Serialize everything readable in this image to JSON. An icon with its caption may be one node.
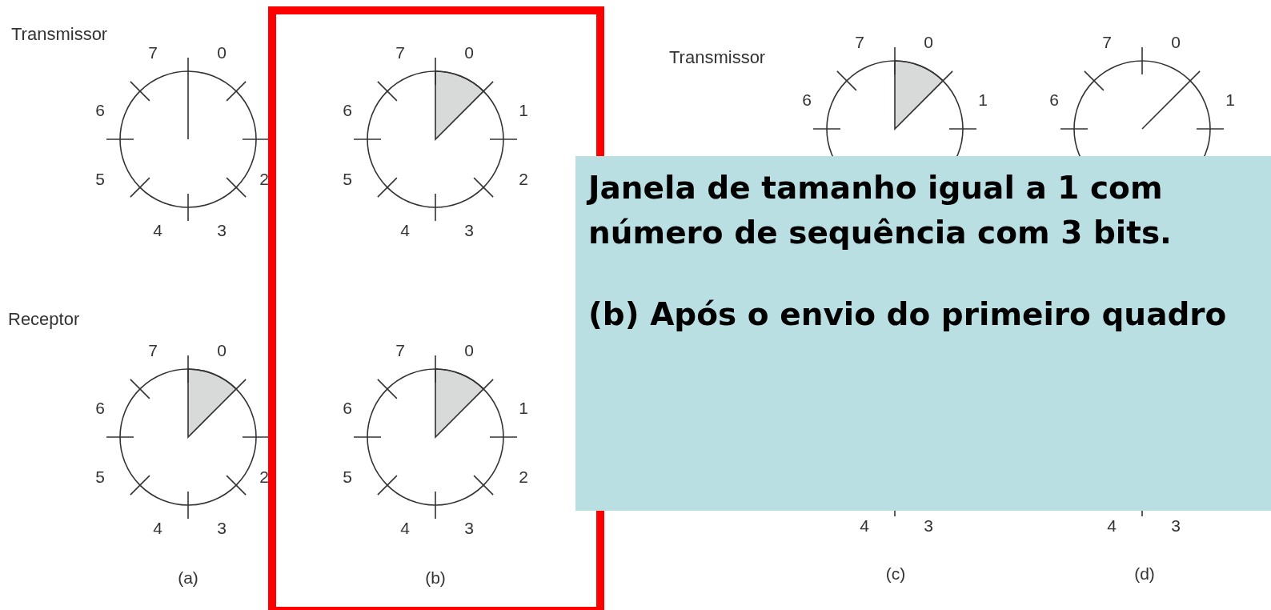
{
  "diagram": {
    "nodes": [
      {
        "text": [
          "Janela de tamanho igual a 1 com número de sequência com 3 bits.",
          "(b) Após o envio do primeiro quadro"
        ]
      }
    ],
    "labels": [
      "Transmissor",
      "7",
      "0",
      "6",
      "5",
      "2",
      "4",
      "3",
      "7",
      "0",
      "6",
      "1",
      "5",
      "2",
      "4",
      "3",
      "Transmissor",
      "7",
      "0",
      "6",
      "1",
      "7",
      "0",
      "6",
      "1",
      "Receptor",
      "7",
      "0",
      "6",
      "5",
      "2",
      "4",
      "3",
      "7",
      "0",
      "6",
      "1",
      "5",
      "2",
      "4",
      "3",
      "4",
      "3",
      "4",
      "3",
      "(a)",
      "(b)",
      "(c)",
      "(d)"
    ]
  }
}
